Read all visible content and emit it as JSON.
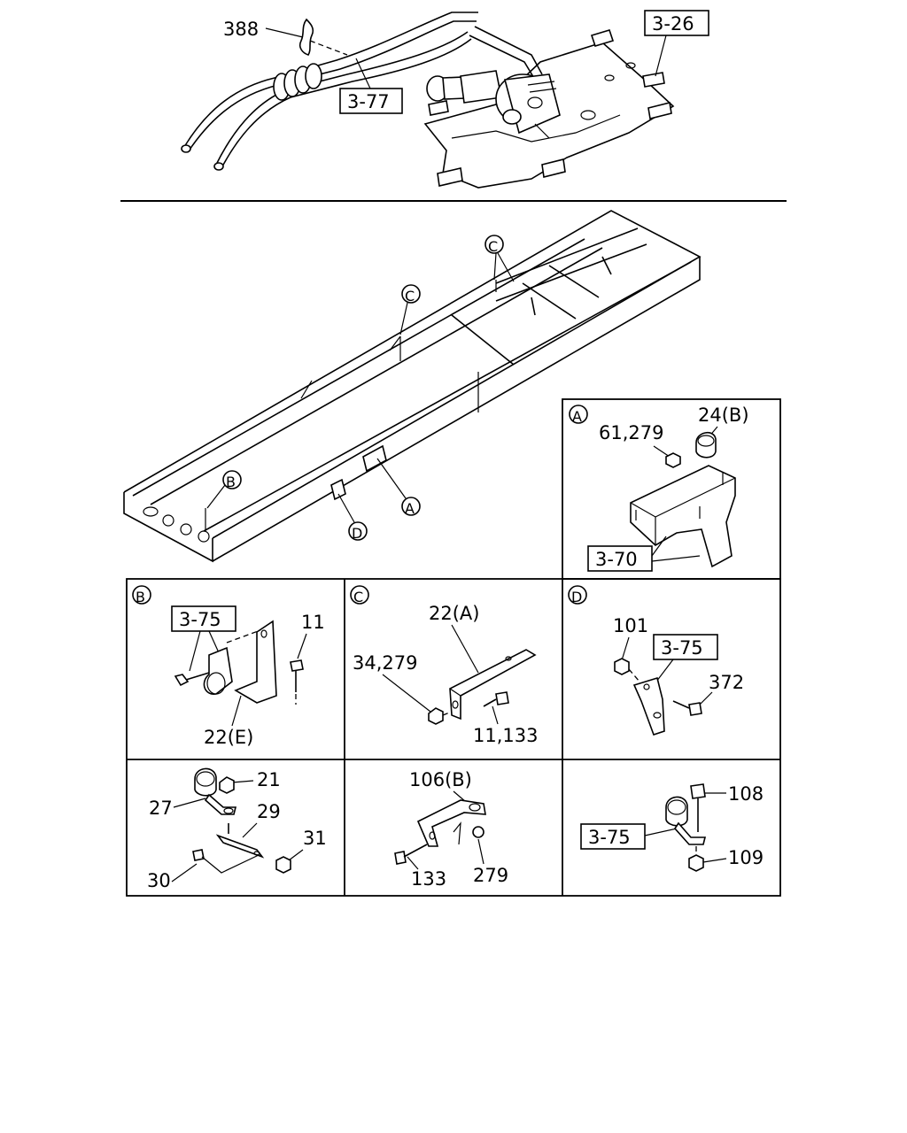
{
  "top": {
    "label_388": "388",
    "ref_3_77": "3-77",
    "ref_3_26": "3-26"
  },
  "frame": {
    "callout_c1": "C",
    "callout_c2": "C",
    "callout_a": "A",
    "callout_b": "B",
    "callout_d": "D"
  },
  "panel_a": {
    "letter": "A",
    "label_nuts": "61,279",
    "label_clamp": "24(B)",
    "ref": "3-70"
  },
  "panel_b": {
    "letter": "B",
    "ref": "3-75",
    "label_bolt": "11",
    "label_bracket": "22(E)"
  },
  "panel_c": {
    "letter": "C",
    "label_bracket": "22(A)",
    "label_nut": "34,279",
    "label_bolt": "11,133"
  },
  "panel_d": {
    "letter": "D",
    "label_nut": "101",
    "ref": "3-75",
    "label_bolt": "372"
  },
  "panel_e": {
    "l21": "21",
    "l27": "27",
    "l29": "29",
    "l31": "31",
    "l30": "30"
  },
  "panel_f": {
    "l106": "106(B)",
    "l133": "133",
    "l279": "279"
  },
  "panel_g": {
    "l108": "108",
    "ref": "3-75",
    "l109": "109"
  }
}
